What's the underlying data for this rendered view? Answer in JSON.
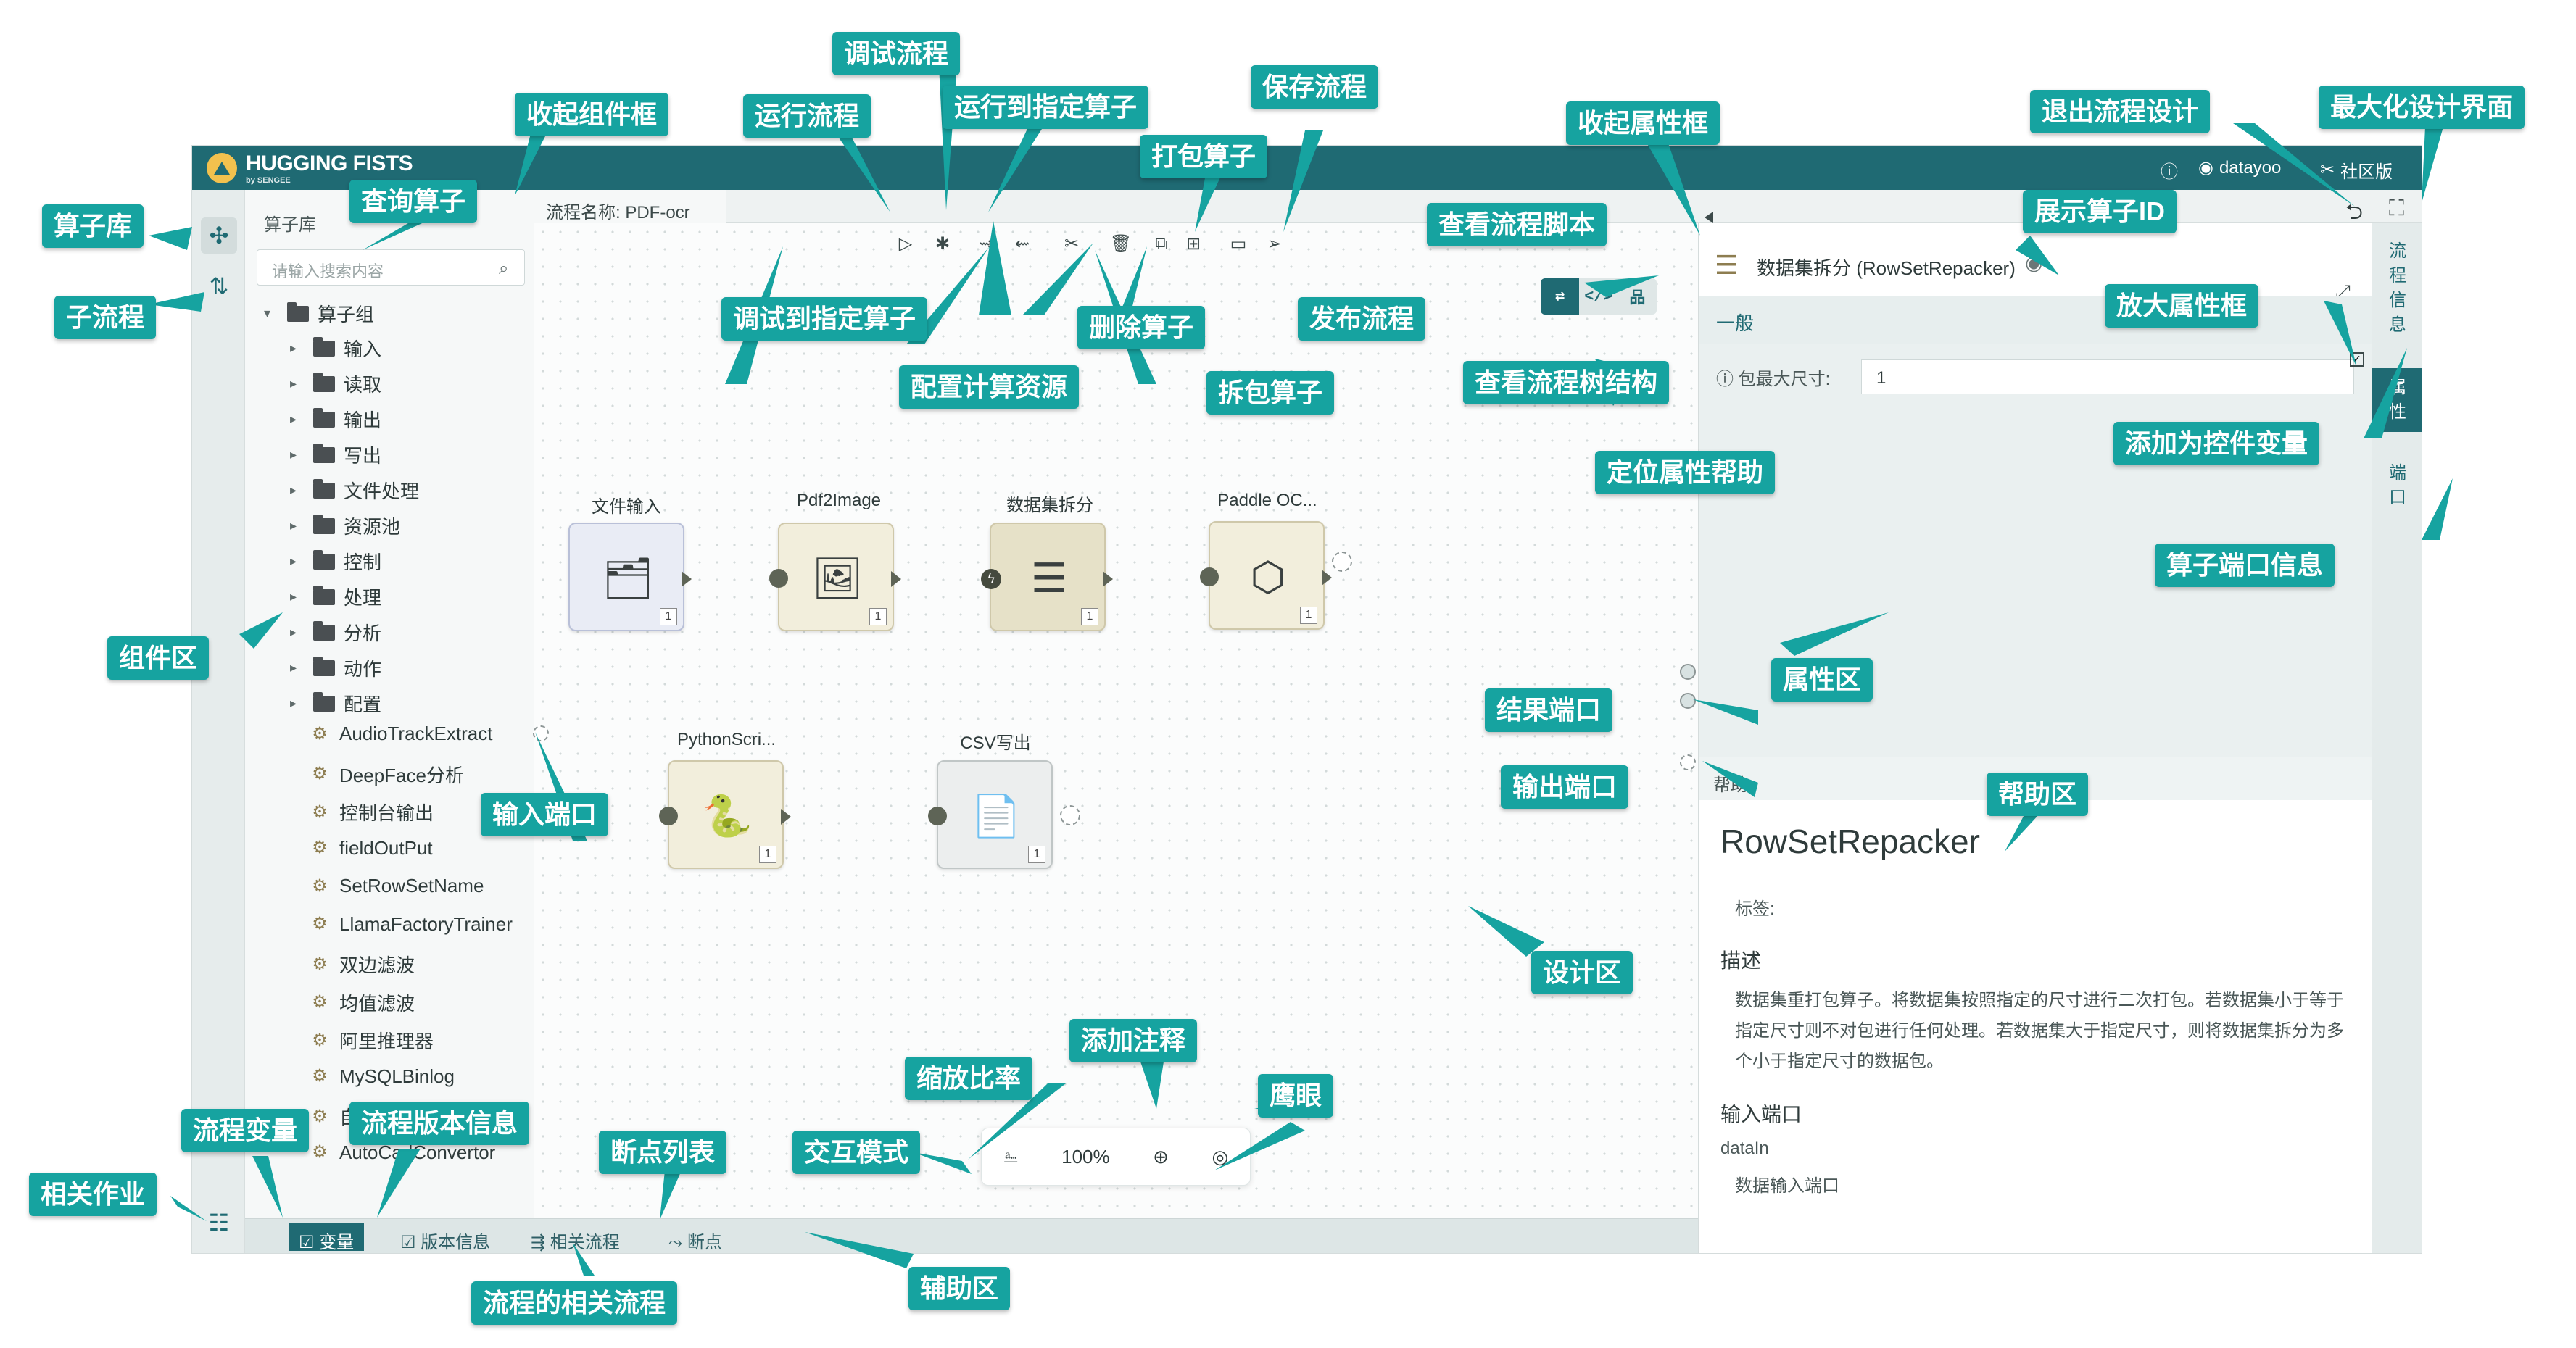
{
  "app": {
    "brand": "HUGGING FISTS",
    "brand_sub": "by SENGEE",
    "user": "datayoo",
    "edition": "社区版",
    "flow_name": "流程名称: PDF-ocr",
    "colors": {
      "primary": "#1f6a73",
      "callout": "#16a3a0"
    }
  },
  "library": {
    "title": "算子库",
    "search_placeholder": "请输入搜索内容",
    "group": "算子组",
    "folders": [
      "输入",
      "读取",
      "输出",
      "写出",
      "文件处理",
      "资源池",
      "控制",
      "处理",
      "分析",
      "动作",
      "配置"
    ],
    "components": [
      "AudioTrackExtract",
      "DeepFace分析",
      "控制台输出",
      "fieldOutPut",
      "SetRowSetName",
      "LlamaFactoryTrainer",
      "双边滤波",
      "均值滤波",
      "阿里推理器",
      "MySQLBinlog",
      "自适应",
      "AutoCadConvertor"
    ]
  },
  "bottom_tabs": {
    "variables": "变量",
    "version": "版本信息",
    "related": "相关流程",
    "breakpoints": "断点"
  },
  "nodes": [
    {
      "label": "文件输入",
      "count": "1",
      "icon": "file-input-icon"
    },
    {
      "label": "Pdf2Image",
      "count": "1",
      "icon": "pdf-image-icon"
    },
    {
      "label": "数据集拆分",
      "count": "1",
      "icon": "split-icon"
    },
    {
      "label": "Paddle OC...",
      "count": "1",
      "icon": "cubes-icon"
    },
    {
      "label": "PythonScri...",
      "count": "1",
      "icon": "python-icon"
    },
    {
      "label": "CSV写出",
      "count": "1",
      "icon": "csv-icon"
    }
  ],
  "zoom": {
    "level": "100%"
  },
  "properties": {
    "node_title": "数据集拆分 (RowSetRepacker)",
    "tab_general": "一般",
    "field_label": "包最大尺寸:",
    "field_value": "1",
    "help_tab": "帮助",
    "help_title": "RowSetRepacker",
    "tags_label": "标签:",
    "desc_title": "描述",
    "desc_text": "数据集重打包算子。将数据集按照指定的尺寸进行二次打包。若数据集小于等于指定尺寸则不对包进行任何处理。若数据集大于指定尺寸，则将数据集拆分为多个小于指定尺寸的数据包。",
    "input_port_title": "输入端口",
    "port_name": "dataIn",
    "port_desc": "数据输入端口"
  },
  "right_tabs": [
    "流程信息",
    "属性",
    "端口"
  ],
  "callouts": {
    "lib": "算子库",
    "subflow": "子流程",
    "collapse_lib": "收起组件框",
    "search_op": "查询算子",
    "run": "运行流程",
    "debug": "调试流程",
    "run_to": "运行到指定算子",
    "pack": "打包算子",
    "save": "保存流程",
    "collapse_props": "收起属性框",
    "exit": "退出流程设计",
    "maximize": "最大化设计界面",
    "debug_to": "调试到指定算子",
    "delete": "删除算子",
    "publish": "发布流程",
    "config_res": "配置计算资源",
    "unpack": "拆包算子",
    "view_script": "查看流程脚本",
    "view_tree": "查看流程树结构",
    "show_id": "展示算子ID",
    "enlarge_props": "放大属性框",
    "add_var": "添加为控件变量",
    "locate_help": "定位属性帮助",
    "port_info": "算子端口信息",
    "component_area": "组件区",
    "props_area": "属性区",
    "result_port": "结果端口",
    "output_port": "输出端口",
    "input_port": "输入端口",
    "help_area": "帮助区",
    "design_area": "设计区",
    "add_note": "添加注释",
    "zoom_ratio": "缩放比率",
    "eagle_eye": "鹰眼",
    "interact_mode": "交互模式",
    "flow_vars": "流程变量",
    "version_info": "流程版本信息",
    "breakpoint_list": "断点列表",
    "related_jobs": "相关作业",
    "related_flows": "流程的相关流程",
    "aux_area": "辅助区"
  }
}
